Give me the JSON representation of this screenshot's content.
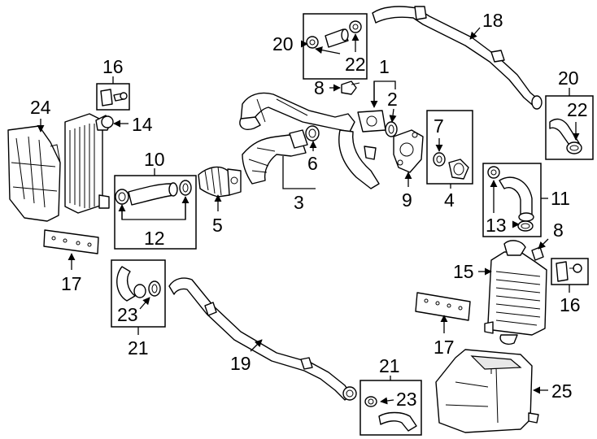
{
  "callouts": {
    "c1": "1",
    "c2": "2",
    "c3": "3",
    "c4": "4",
    "c5": "5",
    "c6": "6",
    "c7": "7",
    "c8a": "8",
    "c8b": "8",
    "c9": "9",
    "c10": "10",
    "c11": "11",
    "c12": "12",
    "c13": "13",
    "c14": "14",
    "c15": "15",
    "c16a": "16",
    "c16b": "16",
    "c17a": "17",
    "c17b": "17",
    "c18": "18",
    "c19": "19",
    "c20a": "20",
    "c20b": "20",
    "c21a": "21",
    "c21b": "21",
    "c22a": "22",
    "c22b": "22",
    "c23a": "23",
    "c23b": "23",
    "c24": "24",
    "c25": "25"
  },
  "colors": {
    "line": "#000000",
    "background": "#ffffff",
    "fill": "#ffffff",
    "shade": "#e8e8e8"
  }
}
